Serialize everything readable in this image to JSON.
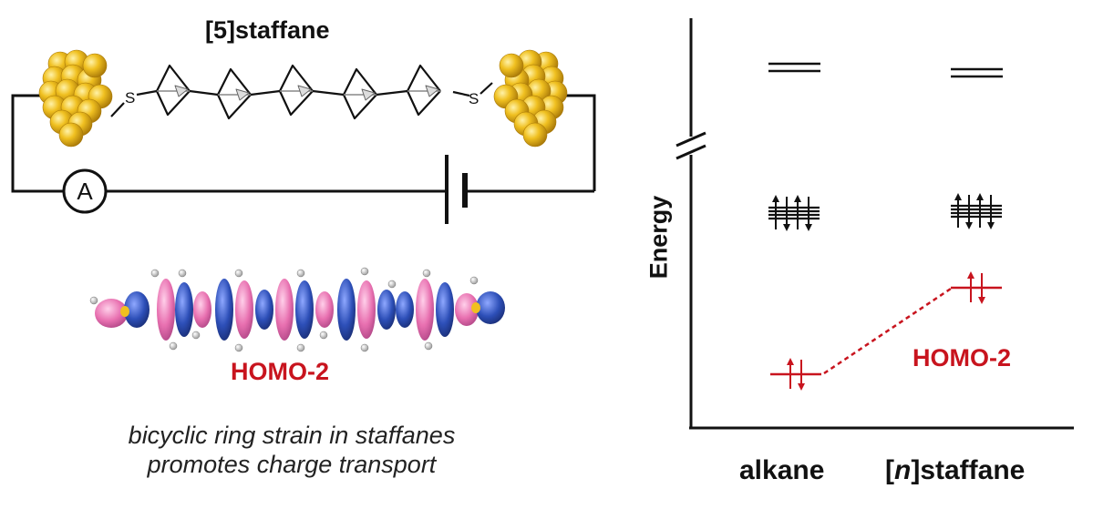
{
  "top_label": "[5]staffane",
  "ammeter_symbol": "A",
  "sulfur_symbol": "S",
  "orbital_label_left": "HOMO-2",
  "caption_line1": "bicyclic ring strain in staffanes",
  "caption_line2": "promotes charge transport",
  "energy_axis_label": "Energy",
  "orbital_label_right": "HOMO-2",
  "x_label_1": "alkane",
  "x_label_2_prefix": "[",
  "x_label_2_italic": "n",
  "x_label_2_suffix": "]staffane",
  "colors": {
    "gold": "#e8b012",
    "gold_dark": "#b8860b",
    "lobe_pink": "#e870b0",
    "lobe_blue": "#2d4fb8",
    "highlight_red": "#c8141e",
    "line": "#111111"
  }
}
